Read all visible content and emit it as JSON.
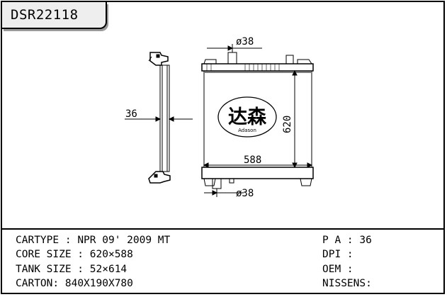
{
  "model_code": "DSR22118",
  "drawing": {
    "side_width": "36",
    "inlet_diameter": "ø38",
    "outlet_diameter": "ø38",
    "core_width": "588",
    "core_height": "620",
    "logo_cn": "达森",
    "logo_en": "Adason"
  },
  "specs_left": [
    {
      "label": "CARTYPE",
      "sep": " : ",
      "value": "NPR 09' 2009 MT"
    },
    {
      "label": "CORE SIZE",
      "sep": " : ",
      "value": "620×588"
    },
    {
      "label": "TANK SIZE",
      "sep": " : ",
      "value": "52×614"
    },
    {
      "label": "CARTON",
      "sep": ": ",
      "value": "840X190X780"
    }
  ],
  "specs_right": [
    {
      "label": "P A",
      "sep": " : ",
      "value": "36"
    },
    {
      "label": "DPI",
      "sep": " :",
      "value": ""
    },
    {
      "label": "OEM",
      "sep": " :",
      "value": ""
    },
    {
      "label": "NISSENS",
      "sep": ":",
      "value": ""
    }
  ]
}
